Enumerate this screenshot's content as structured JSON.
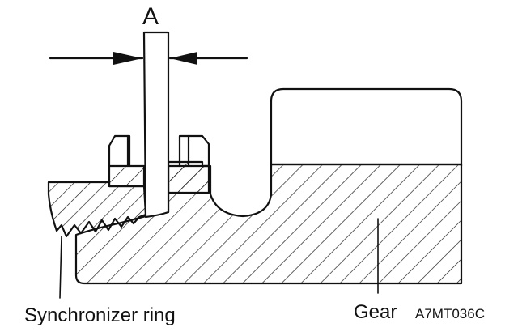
{
  "labels": {
    "dimension": "A",
    "left_part": "Synchronizer ring",
    "right_part": "Gear",
    "figure_code": "A7MT036C"
  },
  "colors": {
    "line": "#111111",
    "background": "#ffffff"
  }
}
